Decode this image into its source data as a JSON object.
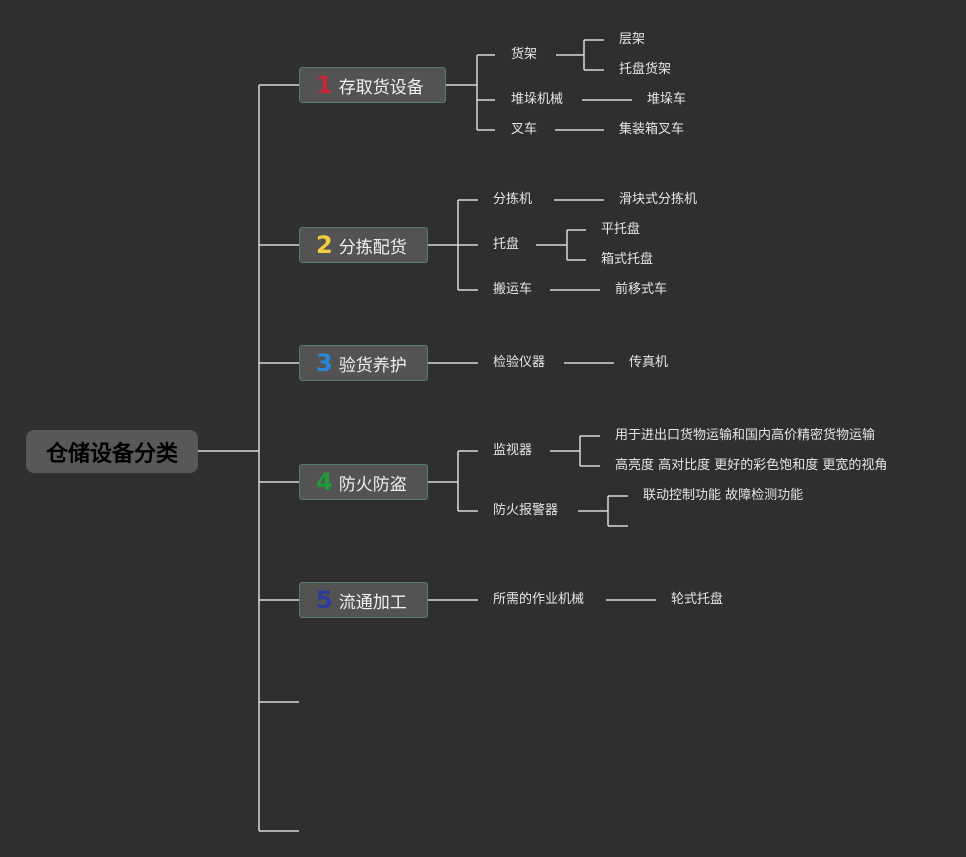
{
  "root": {
    "label": "仓储设备分类"
  },
  "categories": [
    {
      "num": "1",
      "label": "存取货设备",
      "num_color": "#c8283c"
    },
    {
      "num": "2",
      "label": "分拣配货",
      "num_color": "#f2cc3c"
    },
    {
      "num": "3",
      "label": "验货养护",
      "num_color": "#2a86d6"
    },
    {
      "num": "4",
      "label": "防火防盗",
      "num_color": "#1e9a3c"
    },
    {
      "num": "5",
      "label": "流通加工",
      "num_color": "#2c3c9c"
    }
  ],
  "cat1": {
    "shelf": "货架",
    "shelf_layer": "层架",
    "shelf_pallet": "托盘货架",
    "stacker": "堆垛机械",
    "stacker_truck": "堆垛车",
    "forklift": "叉车",
    "container_forklift": "集装箱叉车"
  },
  "cat2": {
    "sorter": "分拣机",
    "slide_sorter": "滑块式分拣机",
    "pallet": "托盘",
    "flat_pallet": "平托盘",
    "box_pallet": "箱式托盘",
    "carrier": "搬运车",
    "reach_truck": "前移式车"
  },
  "cat3": {
    "instrument": "检验仪器",
    "fax": "传真机"
  },
  "cat4": {
    "monitor": "监视器",
    "monitor_desc1": "用于进出口货物运输和国内高价精密货物运输",
    "monitor_desc2": "高亮度 高对比度 更好的彩色饱和度 更宽的视角",
    "alarm": "防火报警器",
    "alarm_desc": "联动控制功能 故障检测功能"
  },
  "cat5": {
    "machinery": "所需的作业机械",
    "wheel_pallet": "轮式托盘"
  }
}
